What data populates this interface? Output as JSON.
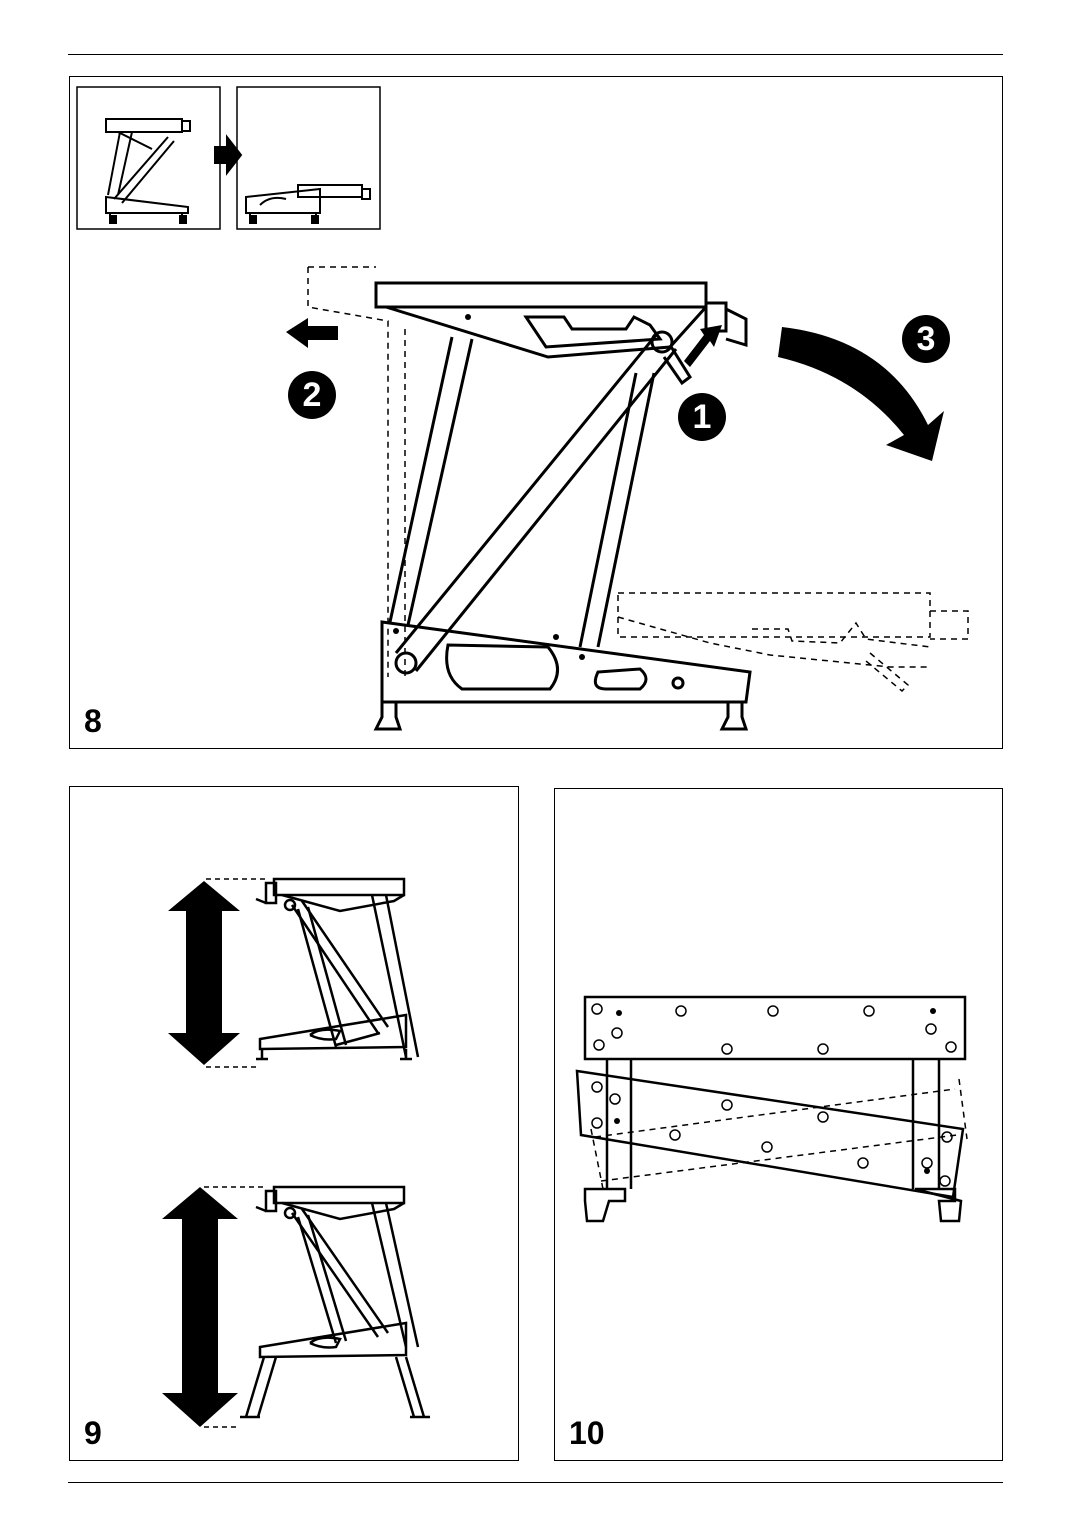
{
  "figures": [
    {
      "number": "8"
    },
    {
      "number": "9"
    },
    {
      "number": "10"
    }
  ],
  "steps": [
    "1",
    "2",
    "3"
  ],
  "colors": {
    "ink": "#000000",
    "paper": "#ffffff"
  },
  "icons": [
    "arrow-left-icon",
    "arrow-curved-down-icon",
    "arrow-push-icon",
    "double-arrow-vertical-icon",
    "arrow-right-icon"
  ]
}
